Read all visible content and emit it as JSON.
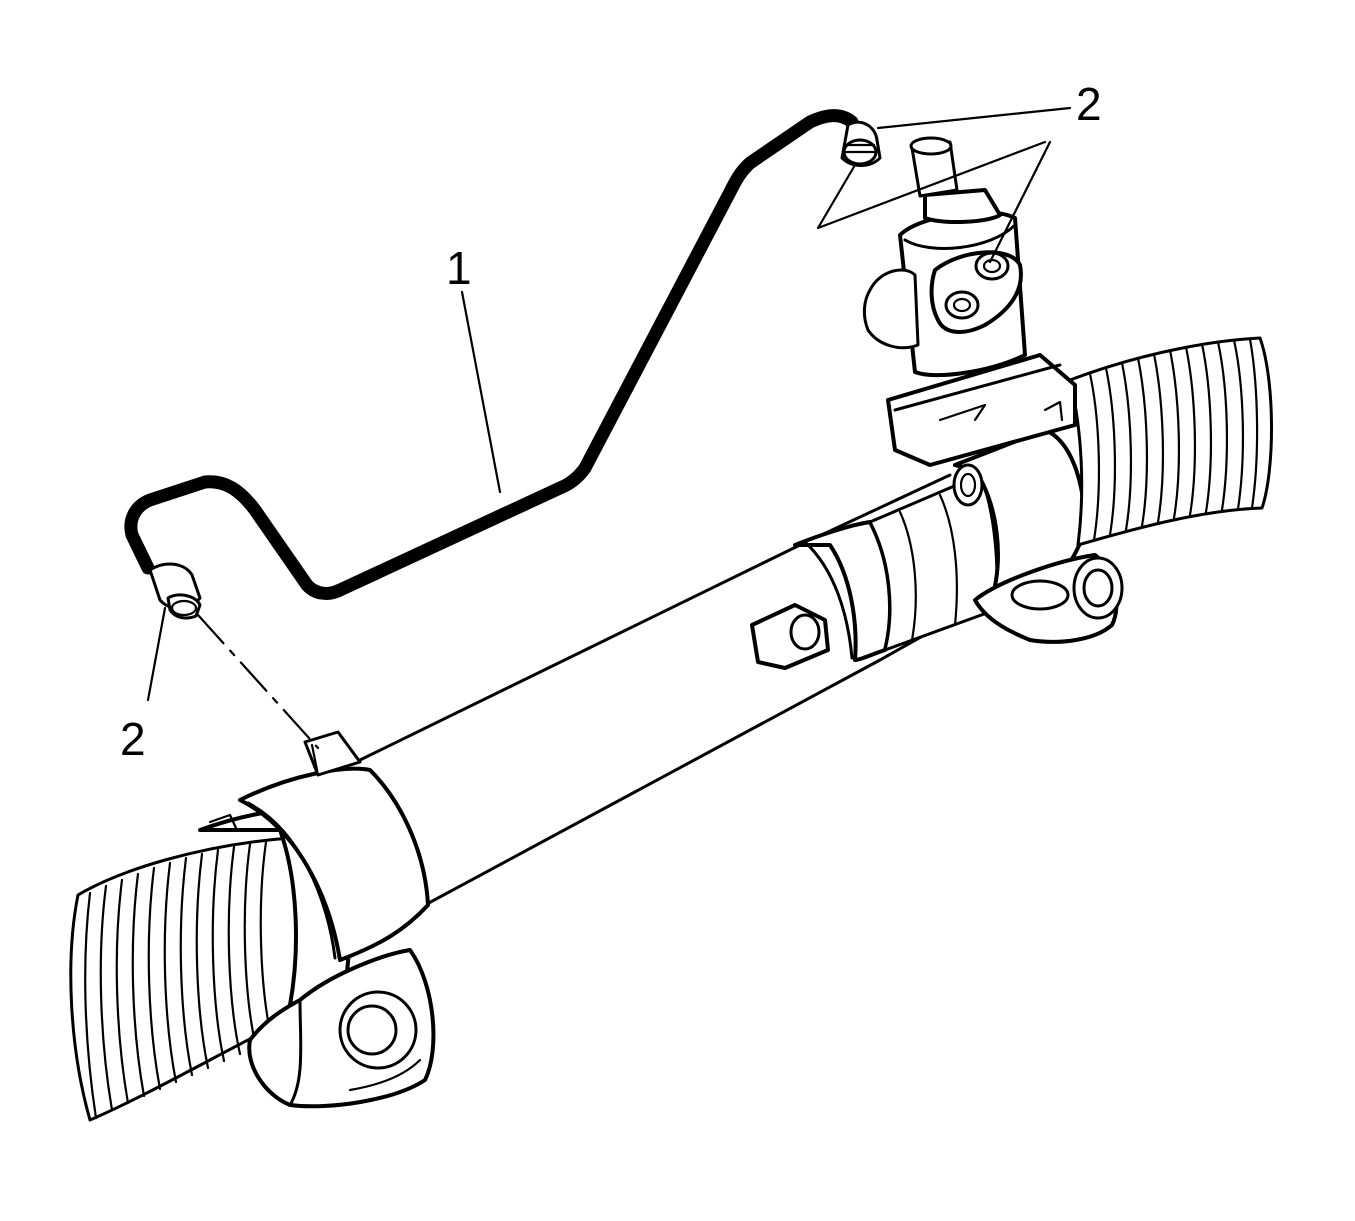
{
  "callouts": [
    {
      "id": "1",
      "label": "1"
    },
    {
      "id": "2a",
      "label": "2"
    },
    {
      "id": "2b",
      "label": "2"
    }
  ],
  "colors": {
    "line": "#000000",
    "background": "#ffffff"
  }
}
